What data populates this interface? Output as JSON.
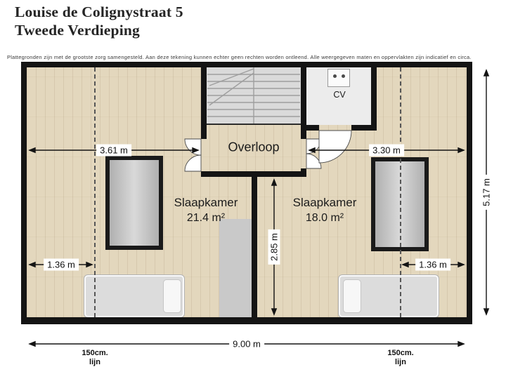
{
  "header": {
    "title": "Louise de Colignystraat 5",
    "subtitle": "Tweede Verdieping",
    "disclaimer": "Plattegronden zijn met de grootste zorg samengesteld. Aan deze tekening kunnen echter geen rechten worden ontleend. Alle weergegeven maten en oppervlakten zijn indicatief en circa."
  },
  "rooms": {
    "overloop": {
      "name": "Overloop"
    },
    "bedroom_left": {
      "name": "Slaapkamer",
      "area": "21.4 m²"
    },
    "bedroom_right": {
      "name": "Slaapkamer",
      "area": "18.0 m²"
    },
    "cv": {
      "label": "CV"
    }
  },
  "dimensions": {
    "bedroom_left_width": "3.61 m",
    "bedroom_right_width": "3.30 m",
    "knee_wall_left": "1.36 m",
    "knee_wall_right": "1.36 m",
    "bedroom_depth": "2.85 m",
    "total_depth": "5.17 m",
    "total_width": "9.00 m"
  },
  "annotations": {
    "height_line_left": {
      "line1": "150cm.",
      "line2": "lijn"
    },
    "height_line_right": {
      "line1": "150cm.",
      "line2": "lijn"
    }
  },
  "colors": {
    "wall": "#141414",
    "wood_floor": "#e3d7bd",
    "stair_gray": "#dadada",
    "window_gray": "#c0c0c0",
    "background": "#ffffff"
  }
}
